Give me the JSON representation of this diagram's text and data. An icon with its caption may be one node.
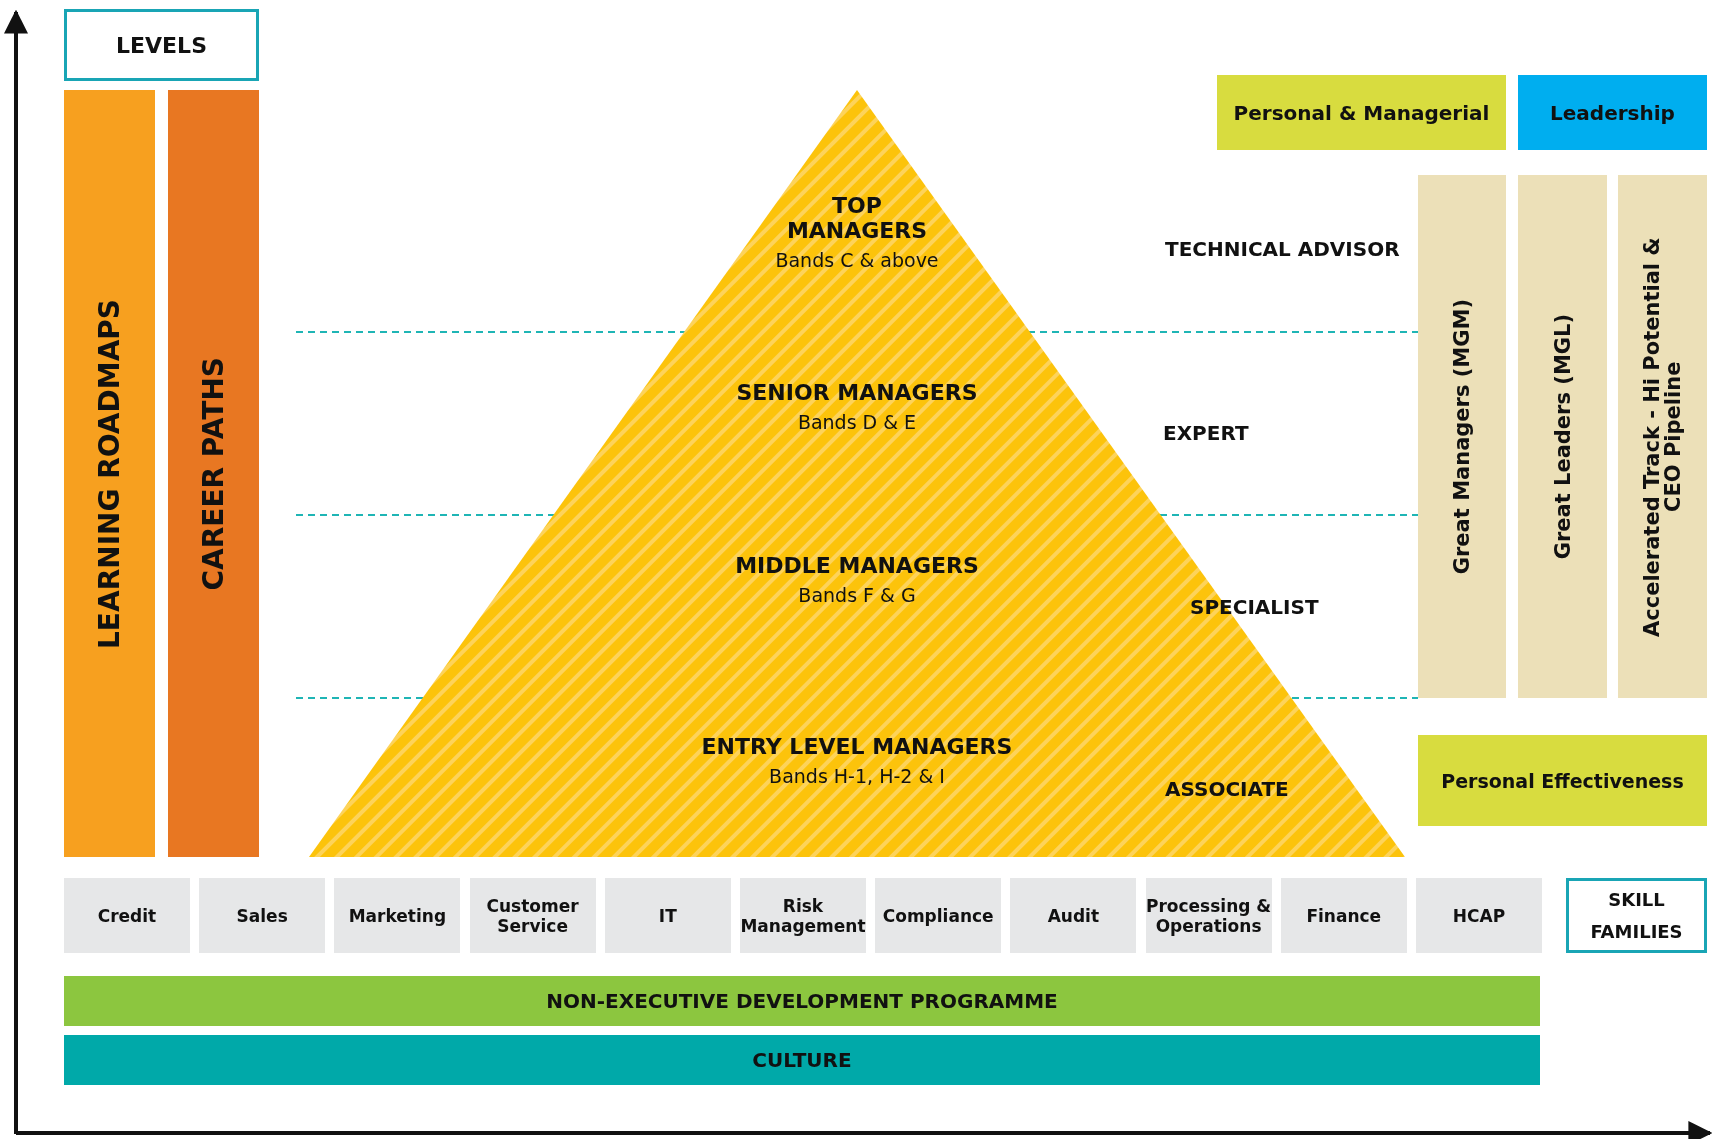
{
  "diagram": {
    "nodes": [
      {
        "text": [
          "LEVELS"
        ]
      },
      {
        "text": [
          "LEARNING ROADMAPS"
        ]
      },
      {
        "text": [
          "CAREER PATHS"
        ]
      },
      {
        "text": [],
        "shape": "triangle"
      },
      {
        "text": [
          "TOP MANAGERS",
          "Bands C & above"
        ],
        "in": 3
      },
      {
        "text": [
          "SENIOR MANAGERS",
          "Bands D & E"
        ],
        "in": 3
      },
      {
        "text": [
          "MIDDLE MANAGERS",
          "Bands F & G"
        ],
        "in": 3
      },
      {
        "text": [
          "ENTRY LEVEL MANAGERS",
          "Bands H-1, H-2 & I"
        ],
        "in": 3
      },
      {
        "text": [
          "Personal & Managerial"
        ]
      },
      {
        "text": [
          "Leadership"
        ]
      },
      {
        "text": [
          "Great Managers (MGM)"
        ]
      },
      {
        "text": [
          "Great Leaders (MGL)"
        ]
      },
      {
        "text": [
          "Accelerated Track - Hi Potential & CEO Pipeline"
        ]
      },
      {
        "text": [
          "Personal Effectiveness"
        ]
      },
      {
        "text": [
          "Credit"
        ]
      },
      {
        "text": [
          "Sales"
        ]
      },
      {
        "text": [
          "Marketing"
        ]
      },
      {
        "text": [
          "Customer Service"
        ]
      },
      {
        "text": [
          "IT"
        ]
      },
      {
        "text": [
          "Risk Management"
        ]
      },
      {
        "text": [
          "Compliance"
        ]
      },
      {
        "text": [
          "Audit"
        ]
      },
      {
        "text": [
          "Processing & Operations"
        ]
      },
      {
        "text": [
          "Finance"
        ]
      },
      {
        "text": [
          "HCAP"
        ]
      },
      {
        "text": [
          "SKILL FAMILIES"
        ]
      },
      {
        "text": [
          "NON-EXECUTIVE DEVELOPMENT PROGRAMME"
        ]
      },
      {
        "text": [
          "CULTURE"
        ]
      }
    ],
    "edges": [],
    "labels": [
      "TECHNICAL ADVISOR",
      "EXPERT",
      "SPECIALIST",
      "ASSOCIATE"
    ]
  }
}
